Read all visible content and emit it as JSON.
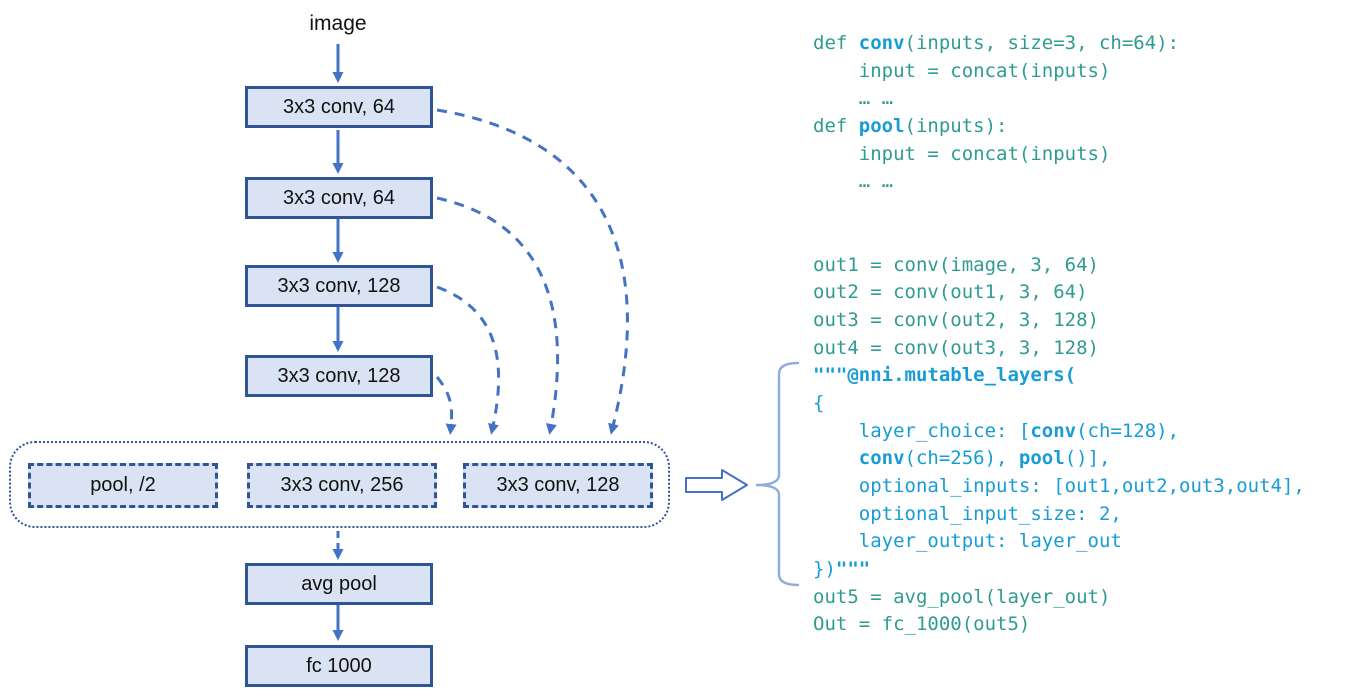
{
  "diagram": {
    "input_label": "image",
    "conv_boxes": [
      "3x3 conv, 64",
      "3x3 conv, 64",
      "3x3 conv, 128",
      "3x3 conv, 128"
    ],
    "choice_boxes": [
      "pool, /2",
      "3x3 conv, 256",
      "3x3 conv, 128"
    ],
    "avg_pool_label": "avg pool",
    "fc_label": "fc 1000",
    "colors": {
      "box_fill": "#dae3f3",
      "box_border": "#2f5597",
      "arrow": "#4472c4",
      "container_border": "#2f5597",
      "brace": "#8faadc",
      "block_arrow_outline": "#4472c4"
    }
  },
  "code": {
    "colors": {
      "teal": "#2f9b93",
      "blue": "#189cd8"
    },
    "lines": [
      [
        {
          "t": "def ",
          "c": "t"
        },
        {
          "t": "conv",
          "c": "bb"
        },
        {
          "t": "(inputs, size=3, ch=64):",
          "c": "t"
        }
      ],
      [
        {
          "t": "    input = concat(inputs)",
          "c": "t"
        }
      ],
      [
        {
          "t": "    … …",
          "c": "t"
        }
      ],
      [
        {
          "t": "def ",
          "c": "t"
        },
        {
          "t": "pool",
          "c": "bb"
        },
        {
          "t": "(inputs):",
          "c": "t"
        }
      ],
      [
        {
          "t": "    input = concat(inputs)",
          "c": "t"
        }
      ],
      [
        {
          "t": "    … …",
          "c": "t"
        }
      ],
      [],
      [],
      [
        {
          "t": "out1 = conv(image, 3, 64)",
          "c": "t"
        }
      ],
      [
        {
          "t": "out2 = conv(out1, 3, 64)",
          "c": "t"
        }
      ],
      [
        {
          "t": "out3 = conv(out2, 3, 128)",
          "c": "t"
        }
      ],
      [
        {
          "t": "out4 = conv(out3, 3, 128)",
          "c": "t"
        }
      ],
      [
        {
          "t": "\"\"\"@nni.mutable_layers(",
          "c": "bb"
        }
      ],
      [
        {
          "t": "{",
          "c": "b"
        }
      ],
      [
        {
          "t": "    layer_choice: [",
          "c": "b"
        },
        {
          "t": "conv",
          "c": "bb"
        },
        {
          "t": "(ch=128),",
          "c": "b"
        }
      ],
      [
        {
          "t": "    ",
          "c": "b"
        },
        {
          "t": "conv",
          "c": "bb"
        },
        {
          "t": "(ch=256), ",
          "c": "b"
        },
        {
          "t": "pool",
          "c": "bb"
        },
        {
          "t": "()],",
          "c": "b"
        }
      ],
      [
        {
          "t": "    optional_inputs: [out1,out2,out3,out4],",
          "c": "b"
        }
      ],
      [
        {
          "t": "    optional_input_size: 2,",
          "c": "b"
        }
      ],
      [
        {
          "t": "    layer_output: layer_out",
          "c": "b"
        }
      ],
      [
        {
          "t": "})",
          "c": "b"
        },
        {
          "t": "\"\"\"",
          "c": "bb"
        }
      ],
      [
        {
          "t": "out5 = avg_pool(layer_out)",
          "c": "t"
        }
      ],
      [
        {
          "t": "Out = fc_1000(out5)",
          "c": "t"
        }
      ]
    ]
  }
}
